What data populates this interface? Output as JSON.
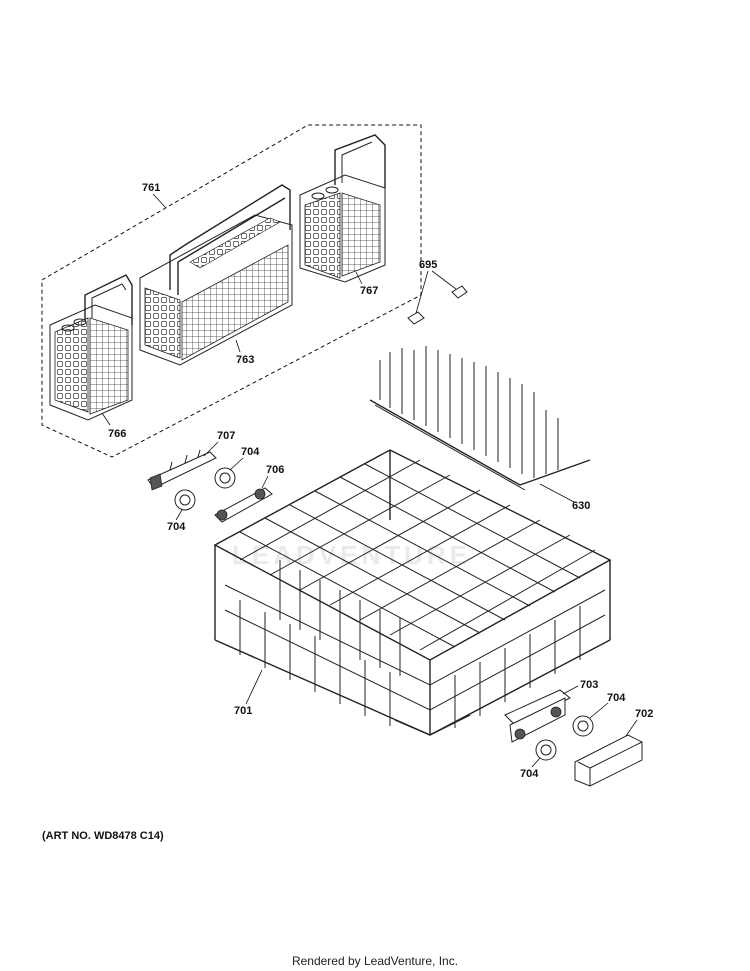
{
  "parts": [
    {
      "id": "761"
    },
    {
      "id": "767"
    },
    {
      "id": "763"
    },
    {
      "id": "766"
    },
    {
      "id": "695"
    },
    {
      "id": "707"
    },
    {
      "id": "704a"
    },
    {
      "id": "706"
    },
    {
      "id": "704b"
    },
    {
      "id": "630"
    },
    {
      "id": "701"
    },
    {
      "id": "703"
    },
    {
      "id": "704c"
    },
    {
      "id": "702"
    },
    {
      "id": "704d"
    }
  ],
  "labels": {
    "p761": "761",
    "p767": "767",
    "p763": "763",
    "p766": "766",
    "p695": "695",
    "p707": "707",
    "p704a": "704",
    "p706": "706",
    "p704b": "704",
    "p630": "630",
    "p701": "701",
    "p703": "703",
    "p704c": "704",
    "p702": "702",
    "p704d": "704"
  },
  "art_number": "(ART NO. WD8478 C14)",
  "watermark": "LEADVENTURE",
  "footer": "Rendered by LeadVenture, Inc."
}
